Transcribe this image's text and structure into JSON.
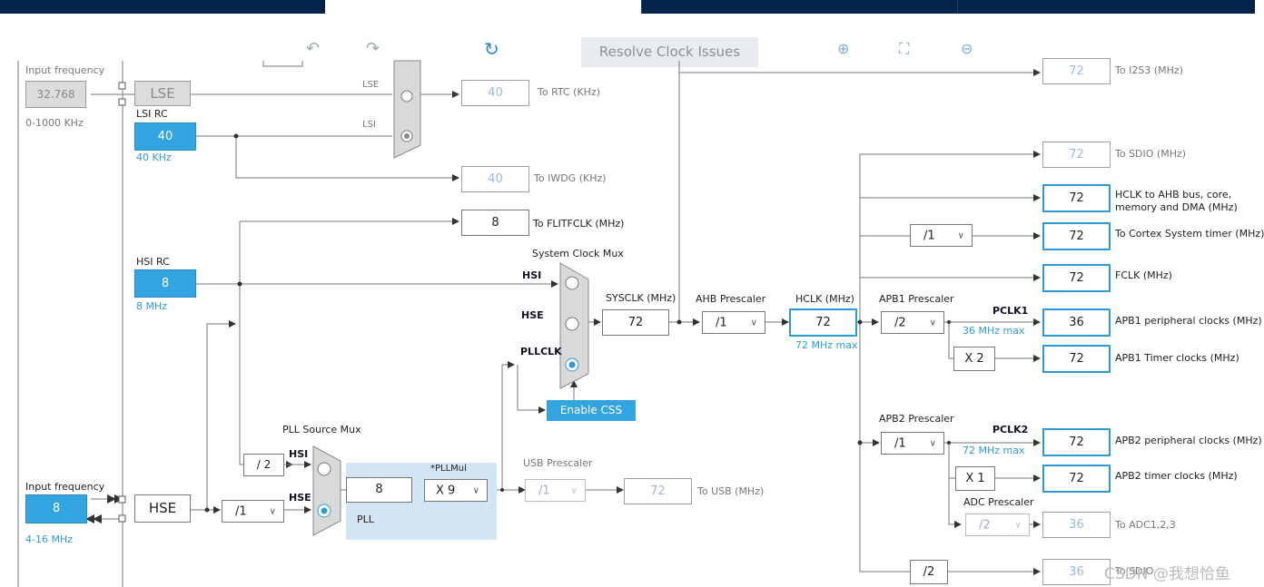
{
  "toolbar": {
    "resolve_label": "Resolve Clock Issues",
    "icons": [
      "undo-icon",
      "redo-icon",
      "refresh-icon",
      "zoom-in-icon",
      "fit-icon",
      "zoom-out-icon"
    ]
  },
  "lse": {
    "input_freq_label": "Input frequency",
    "input_value": "32.768",
    "range": "0-1000 KHz",
    "source": "LSE"
  },
  "lsi": {
    "title": "LSI RC",
    "value": "40",
    "caption": "40 KHz"
  },
  "rtc": {
    "mux_label_lse": "LSE",
    "mux_label_lsi": "LSI",
    "value": "40",
    "label": "To RTC (KHz)"
  },
  "iwdg": {
    "value": "40",
    "label": "To IWDG (KHz)"
  },
  "flitf": {
    "value": "8",
    "label": "To FLITFCLK (MHz)"
  },
  "hsi": {
    "title": "HSI RC",
    "value": "8",
    "caption": "8 MHz"
  },
  "sysmux": {
    "title": "System Clock Mux",
    "hsi": "HSI",
    "hse": "HSE",
    "pllclk": "PLLCLK",
    "enable_css": "Enable CSS"
  },
  "sysclk": {
    "label": "SYSCLK (MHz)",
    "value": "72"
  },
  "ahb": {
    "label": "AHB Prescaler",
    "value": "/1"
  },
  "hclk": {
    "label": "HCLK (MHz)",
    "value": "72",
    "max": "72 MHz max"
  },
  "apb1": {
    "label": "APB1 Prescaler",
    "value": "/2",
    "pclk": "PCLK1",
    "max": "36 MHz max",
    "timer_mult": "X 2"
  },
  "apb2": {
    "label": "APB2 Prescaler",
    "value": "/1",
    "pclk": "PCLK2",
    "max": "72 MHz max",
    "timer_mult": "X 1"
  },
  "adc": {
    "label": "ADC Prescaler",
    "value": "/2"
  },
  "cortex_div": "/1",
  "sdio_div": "/2",
  "outputs": {
    "i2s3": {
      "value": "72",
      "label": "To I2S3 (MHz)"
    },
    "sdio": {
      "value": "72",
      "label": "To SDIO (MHz)"
    },
    "hclk_ahb": {
      "value": "72",
      "label": "HCLK to AHB bus, core,",
      "label2": "memory and DMA (MHz)"
    },
    "cortex": {
      "value": "72",
      "label": "To Cortex System timer (MHz)"
    },
    "fclk": {
      "value": "72",
      "label": "FCLK (MHz)"
    },
    "apb1_periph": {
      "value": "36",
      "label": "APB1 peripheral clocks (MHz)"
    },
    "apb1_timer": {
      "value": "72",
      "label": "APB1 Timer clocks (MHz)"
    },
    "apb2_periph": {
      "value": "72",
      "label": "APB2 peripheral clocks (MHz)"
    },
    "apb2_timer": {
      "value": "72",
      "label": "APB2 timer clocks (MHz)"
    },
    "adc": {
      "value": "36",
      "label": "To ADC1,2,3"
    },
    "sdio2": {
      "value": "36",
      "label": "To SDIO"
    }
  },
  "hse": {
    "input_freq_label": "Input frequency",
    "input_value": "8",
    "range": "4-16 MHz",
    "source": "HSE",
    "div": "/1"
  },
  "pllsrc": {
    "title": "PLL Source Mux",
    "hsi_div": "/ 2",
    "hsi": "HSI",
    "hse": "HSE"
  },
  "pll": {
    "value": "8",
    "mul_label": "*PLLMul",
    "mul": "X 9",
    "caption": "PLL"
  },
  "usb": {
    "label": "USB Prescaler",
    "div": "/1",
    "value": "72",
    "out_label": "To USB (MHz)"
  },
  "watermark": "CSDN @我想恰鱼"
}
